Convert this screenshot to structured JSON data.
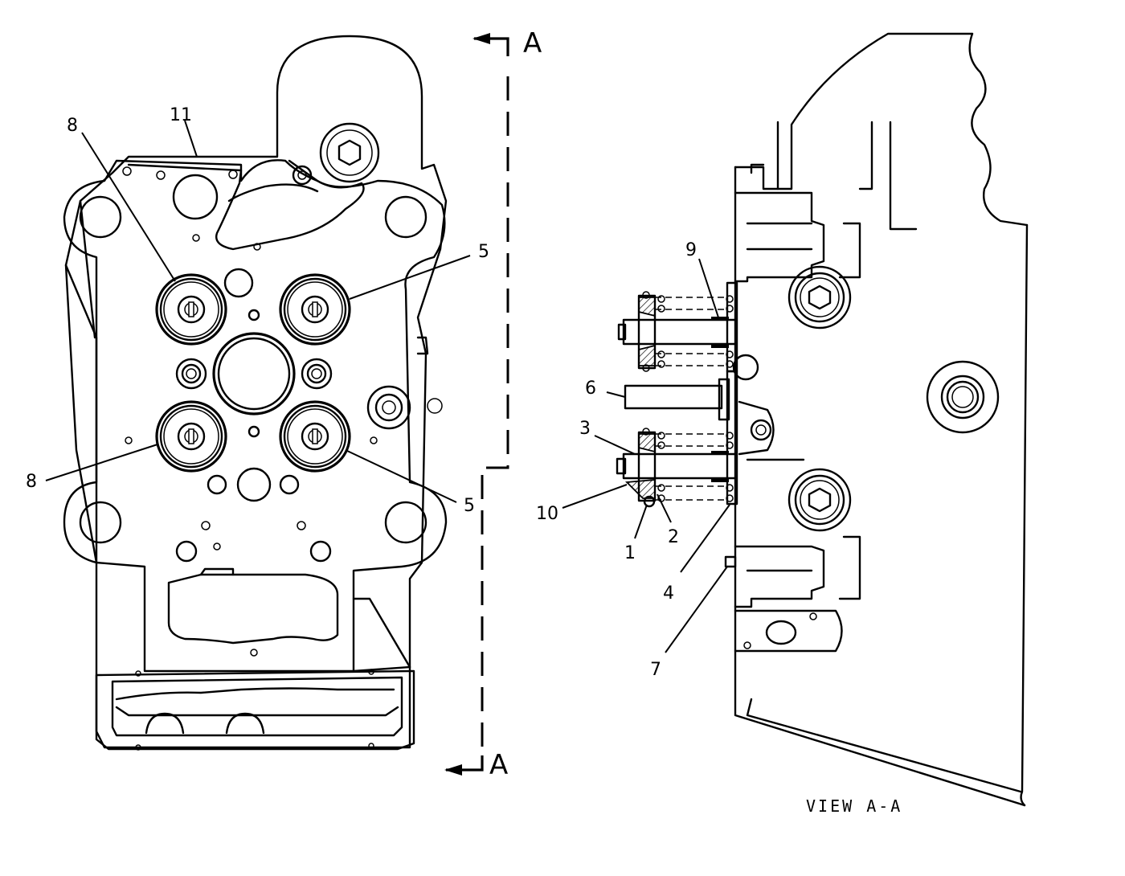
{
  "section_marker": {
    "top": "A",
    "bottom": "A"
  },
  "view_caption": "VIEW A-A",
  "callouts": {
    "c11": "11",
    "c8_top": "8",
    "c8_bottom": "8",
    "c5_top": "5",
    "c5_bottom": "5",
    "c9": "9",
    "c6": "6",
    "c3": "3",
    "c10": "10",
    "c1": "1",
    "c2": "2",
    "c4": "4",
    "c7": "7"
  }
}
